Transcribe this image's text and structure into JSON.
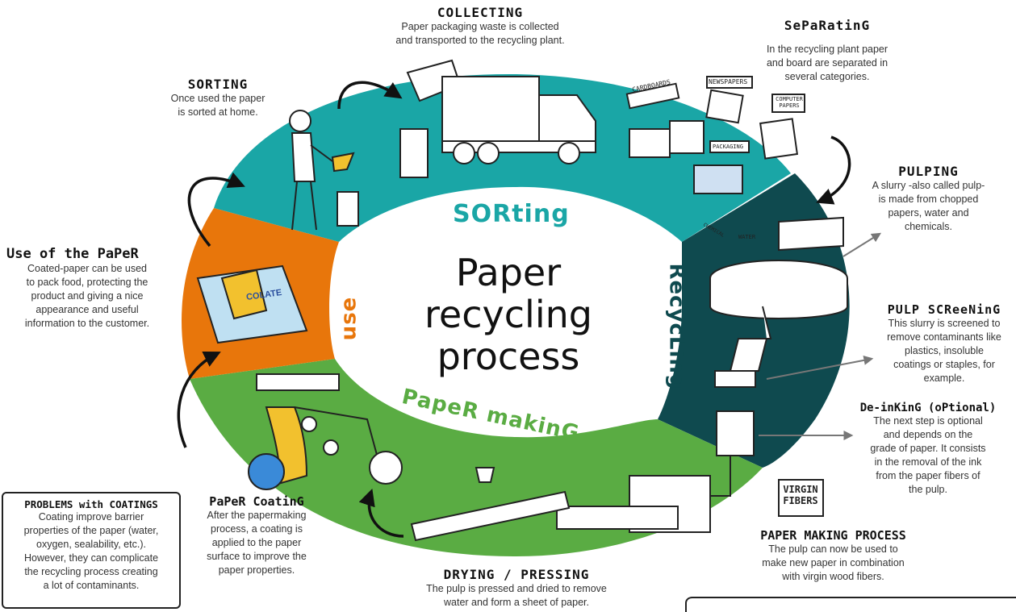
{
  "center_title": {
    "line1": "Paper",
    "line2": "recycling",
    "line3": "process"
  },
  "ring_labels": {
    "sorting": "SORting",
    "recycling": "RecycLing",
    "paper_making": "PapeR makinG",
    "use": "use"
  },
  "colors": {
    "teal": "#1aa6a6",
    "dark_teal": "#0f4a4f",
    "green": "#5aac43",
    "orange": "#e8760b"
  },
  "steps": {
    "collecting": {
      "title": "COLLECTING",
      "text1": "Paper packaging waste is collected",
      "text2": "and transported to the recycling plant."
    },
    "separating": {
      "title": "SePaRatinG",
      "text1": "In the recycling plant paper",
      "text2": "and board are separated in",
      "text3": "several categories."
    },
    "sorting": {
      "title": "SORTING",
      "text1": "Once used the paper",
      "text2": "is sorted at home."
    },
    "pulping": {
      "title": "PULPING",
      "text1": "A slurry -also called pulp-",
      "text2": "is made from chopped",
      "text3": "papers, water and",
      "text4": "chemicals."
    },
    "pulp_screening": {
      "title": "PULP SCReeNinG",
      "text1": "This slurry is screened to",
      "text2": "remove contaminants like",
      "text3": "plastics, insoluble",
      "text4": "coatings or staples, for",
      "text5": "example."
    },
    "deinking": {
      "title": "De-inKinG (oPtional)",
      "text1": "The next step is optional",
      "text2": "and depends on the",
      "text3": "grade of paper. It consists",
      "text4": "in the removal of the ink",
      "text5": "from the paper fibers of",
      "text6": "the pulp."
    },
    "paper_making_process": {
      "title": "PAPER MAKING PROCESS",
      "text1": "The pulp can now be used to",
      "text2": "make new paper in combination",
      "text3": "with virgin wood fibers."
    },
    "drying": {
      "title": "DRYING / PRESSING",
      "text1": "The pulp is pressed and dried to remove",
      "text2": "water and form a sheet of paper."
    },
    "paper_coating": {
      "title": "PaPeR CoatinG",
      "text1": "After the papermaking",
      "text2": "process, a coating is",
      "text3": "applied to the paper",
      "text4": "surface to improve the",
      "text5": "paper properties."
    },
    "use_of_paper": {
      "title": "Use of the PaPeR",
      "text1": "Coated-paper can be used",
      "text2": "to pack food, protecting the",
      "text3": "product and giving a nice",
      "text4": "appearance and useful",
      "text5": "information to the customer."
    },
    "problems": {
      "title": "PROBLEMS with COATINGS",
      "text1": "Coating improve barrier",
      "text2": "properties of the paper (water,",
      "text3": "oxygen, sealability, etc.).",
      "text4": "However, they can complicate",
      "text5": "the recycling process creating",
      "text6": "a lot of contaminants."
    }
  },
  "illustration_labels": {
    "cardboards": "CARDBOARDS",
    "newspapers": "NEWSPAPERS",
    "computer_papers": "COMPUTER PAPERS",
    "packaging": "PACKAGING",
    "water": "WATER",
    "chemical": "CHEMICAL",
    "virgin_fibers": "VIRGIN FIBERS",
    "chocolate": "COLATE"
  }
}
